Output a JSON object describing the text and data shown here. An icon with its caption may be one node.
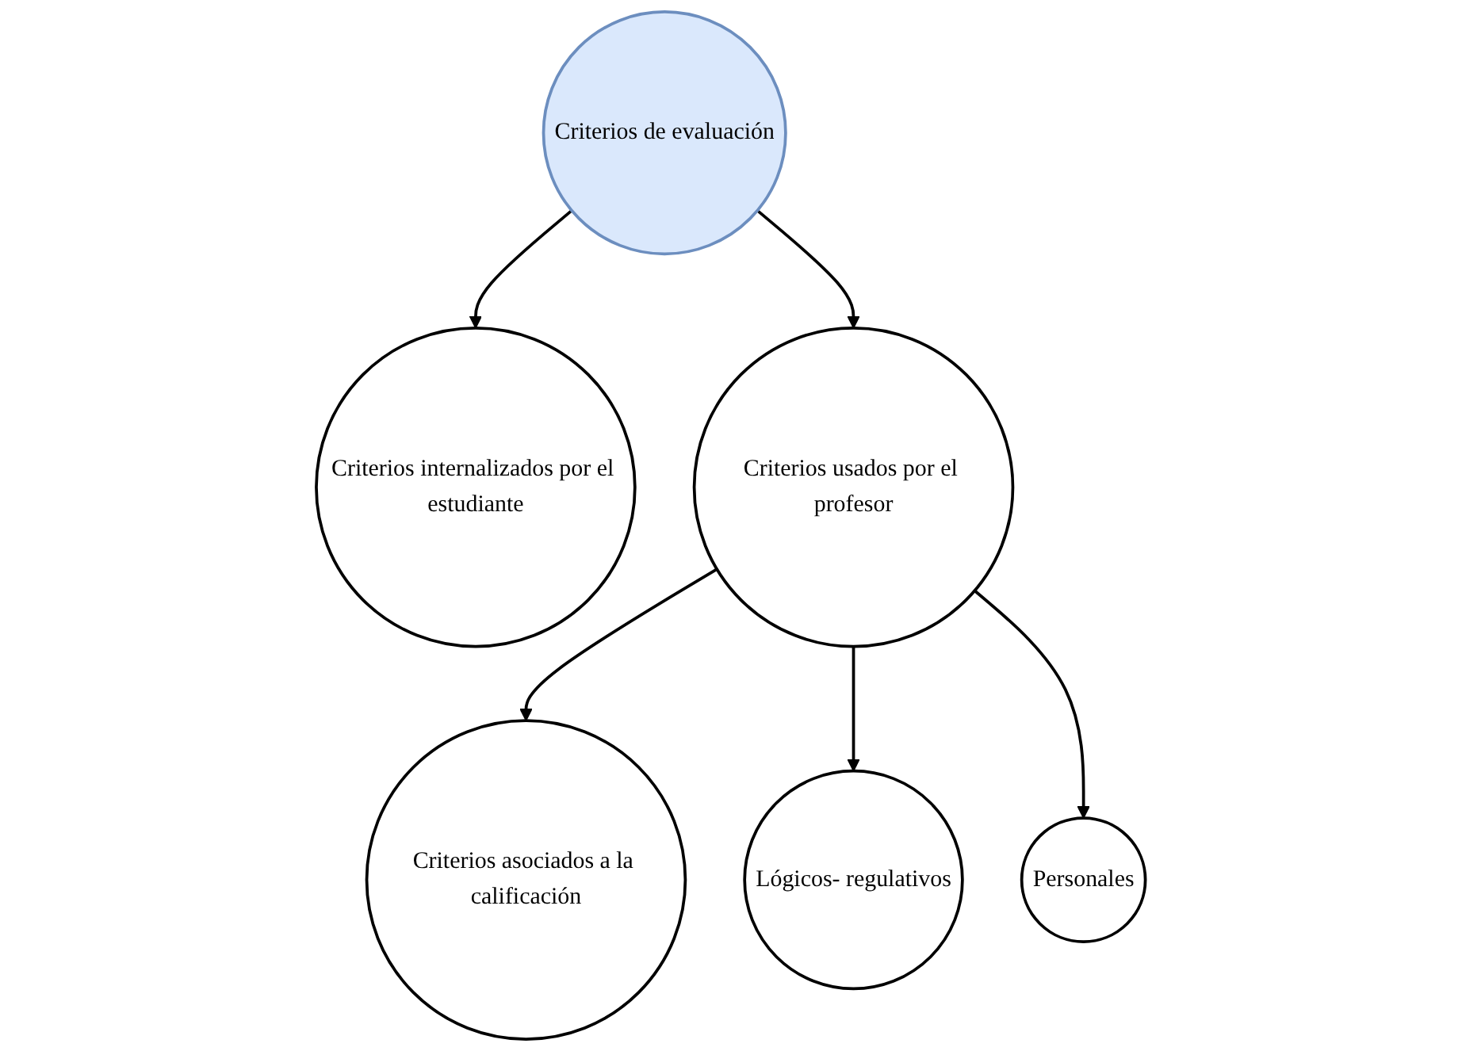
{
  "diagram": {
    "nodes": [
      {
        "text": [
          "Criterios de evaluación"
        ]
      },
      {
        "text": [
          "Criterios internalizados por el estudiante"
        ]
      },
      {
        "text": [
          "Criterios usados por el profesor"
        ]
      },
      {
        "text": [
          "Criterios asociados a la calificación"
        ]
      },
      {
        "text": [
          "Lógicos- regulativos"
        ]
      },
      {
        "text": [
          "Personales"
        ]
      }
    ],
    "edges": [
      {
        "from": 0,
        "to": 1,
        "arrow": "to"
      },
      {
        "from": 0,
        "to": 2,
        "arrow": "to"
      },
      {
        "from": 2,
        "to": 3,
        "arrow": "to"
      },
      {
        "from": 2,
        "to": 4,
        "arrow": "to"
      },
      {
        "from": 2,
        "to": 5,
        "arrow": "to"
      }
    ]
  }
}
